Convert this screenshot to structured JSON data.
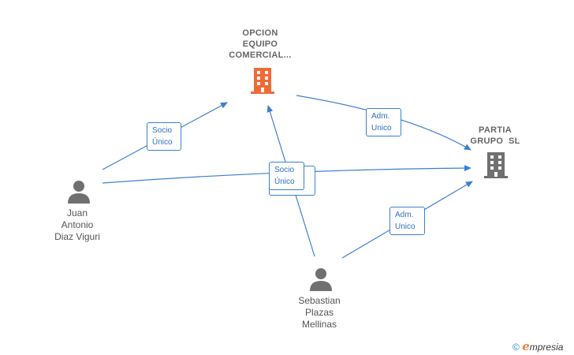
{
  "nodes": {
    "opcion": {
      "lines": [
        "OPCION",
        "EQUIPO",
        "COMERCIAL..."
      ],
      "icon": "building-icon",
      "color": "#f06a35"
    },
    "partia": {
      "lines": [
        "PARTIA",
        "GRUPO  SL"
      ],
      "icon": "building-icon",
      "color": "#707070"
    },
    "juan": {
      "lines": [
        "Juan",
        "Antonio",
        "Diaz Viguri"
      ],
      "icon": "person-icon",
      "color": "#707070"
    },
    "sebastian": {
      "lines": [
        "Sebastian",
        "Plazas",
        "Mellinas"
      ],
      "icon": "person-icon",
      "color": "#707070"
    }
  },
  "edge_labels": {
    "juan_opcion": {
      "line1": "Socio",
      "line2": "Único"
    },
    "center": {
      "line1": "Socio",
      "line2": "Único"
    },
    "opcion_partia": {
      "line1": "Adm.",
      "line2": "Unico"
    },
    "sebastian_partia": {
      "line1": "Adm.",
      "line2": "Unico"
    }
  },
  "colors": {
    "edge": "#3d7fd0"
  },
  "footer": {
    "copyright": "©",
    "brand_e": "e",
    "brand_rest": "mpresia"
  }
}
